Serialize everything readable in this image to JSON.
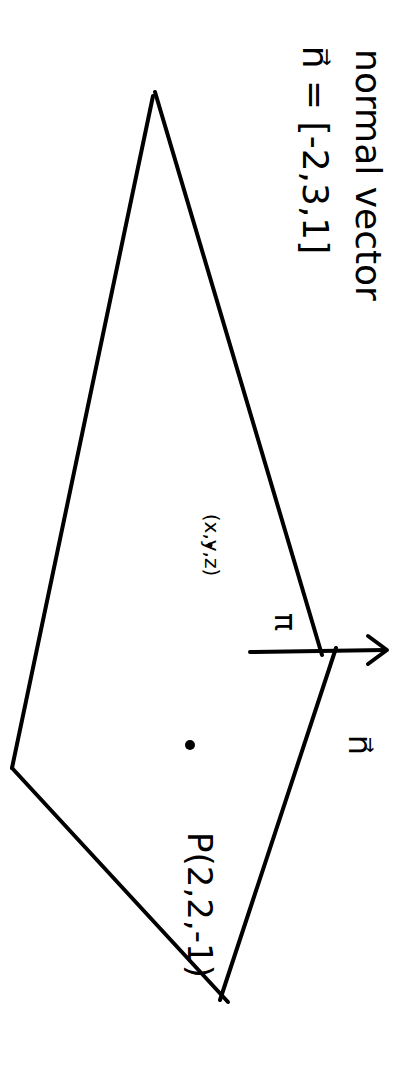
{
  "diagram": {
    "labels": [
      "normal vector",
      "n⃗ = [-2,3,1]",
      "(x,y,z)",
      "π",
      "n⃗",
      "P(2,2,-1)"
    ]
  }
}
